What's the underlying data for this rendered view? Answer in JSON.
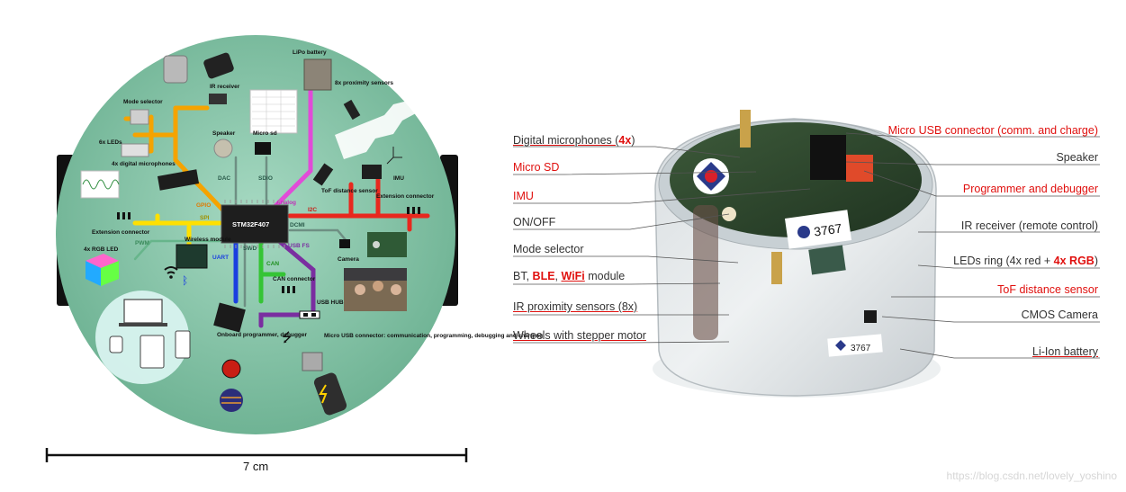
{
  "left_diagram": {
    "components": {
      "lipo_battery": "LiPo battery",
      "ir_receiver": "IR receiver",
      "proximity": "8x proximity sensors",
      "mode_selector": "Mode selector",
      "leds": "6x LEDs",
      "speaker": "Speaker",
      "micro_sd": "Micro sd",
      "mics": "4x digital microphones",
      "imu": "IMU",
      "tof": "ToF distance sensor",
      "ext_left": "Extension connector",
      "ext_right": "Extension connector",
      "mcu": "STM32F407",
      "rgb_led": "4x RGB LED",
      "wireless": "Wireless module",
      "camera": "Camera",
      "can_connector": "CAN connector",
      "usb_hub": "USB HUB",
      "programmer": "Onboard programmer, debugger",
      "usb_connector": "Micro USB connector: communication, programming, debugging and charging"
    },
    "buses": {
      "gpio": "GPIO",
      "dac": "DAC",
      "sdio": "SDIO",
      "analog": "Analog",
      "i2c": "I2C",
      "dcmi": "DCMI",
      "pwm": "PWM",
      "uart": "UART",
      "swd": "SWD",
      "can": "CAN",
      "usb_fs": "USB FS",
      "spi": "SPI"
    },
    "scale": "7 cm"
  },
  "robot_labels": {
    "left": {
      "digital_mics_pre": "Digital microphones (",
      "digital_mics_hl": "4x",
      "digital_mics_post": ")",
      "micro_sd": "Micro SD",
      "imu": "IMU",
      "on_off": "ON/OFF",
      "mode_selector": "Mode selector",
      "bt_pre": "BT, ",
      "bt_ble": "BLE",
      "bt_mid": ", ",
      "bt_wifi": "WiFi",
      "bt_post": " module",
      "ir_prox": "IR proximity sensors (8x)",
      "wheels": "Wheels with stepper motor"
    },
    "right": {
      "usb": "Micro USB connector (comm. and charge)",
      "speaker": "Speaker",
      "programmer": "Programmer and debugger",
      "ir_receiver": "IR receiver (remote control)",
      "leds_pre": "LEDs ring (4x red + ",
      "leds_hl": "4x RGB",
      "leds_post": ")",
      "tof": "ToF distance sensor",
      "cmos": "CMOS Camera",
      "battery": "Li-Ion battery"
    },
    "robot_number": "3767"
  },
  "colors": {
    "board_bg": "#84c3a8",
    "gpio": "#f5a300",
    "analog": "#e14bd8",
    "i2c": "#e8281e",
    "pwm": "#ffe000",
    "uart": "#1a3fe0",
    "can": "#35c435",
    "usb": "#7a2ea0",
    "highlight": "#e0100e"
  },
  "watermark": "https://blog.csdn.net/lovely_yoshino"
}
